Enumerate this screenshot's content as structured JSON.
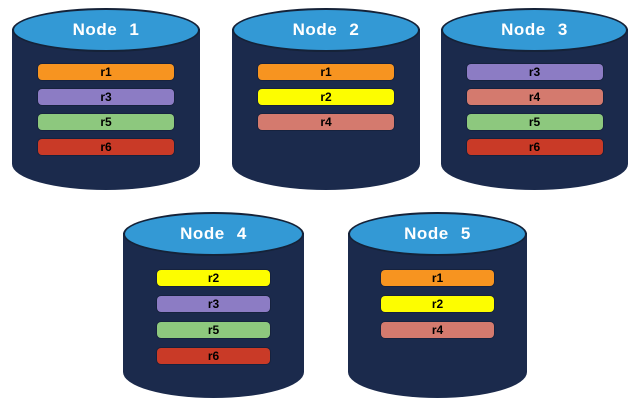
{
  "diagram": {
    "description": "Five database node cylinders holding replicated ranges",
    "nodes": [
      {
        "label": "Node 1",
        "ranges": [
          "r1",
          "r3",
          "r5",
          "r6"
        ]
      },
      {
        "label": "Node 2",
        "ranges": [
          "r1",
          "r2",
          "r4"
        ]
      },
      {
        "label": "Node 3",
        "ranges": [
          "r3",
          "r4",
          "r5",
          "r6"
        ]
      },
      {
        "label": "Node 4",
        "ranges": [
          "r2",
          "r3",
          "r5",
          "r6"
        ]
      },
      {
        "label": "Node 5",
        "ranges": [
          "r1",
          "r2",
          "r4"
        ]
      }
    ],
    "range_colors": {
      "r1": "#F79420",
      "r2": "#FDFD00",
      "r3": "#8C7CC4",
      "r4": "#D47A6E",
      "r5": "#8DC87E",
      "r6": "#C93A27"
    },
    "palette": {
      "background": "#FFFFFF",
      "cylinder_body": "#1B2A4C",
      "cylinder_top": "#3399D5",
      "cylinder_outline": "#152238",
      "title_text": "#FFFFFF",
      "bar_text": "#000000"
    }
  }
}
